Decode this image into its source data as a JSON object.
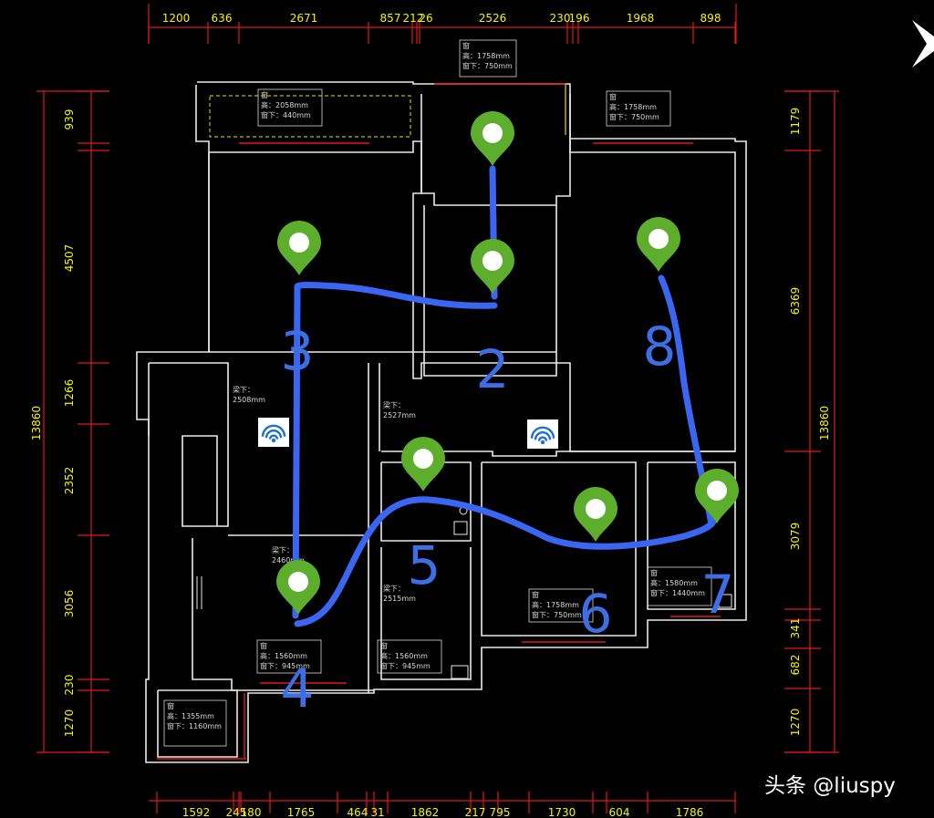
{
  "top_dimensions": [
    "1200",
    "636",
    "2671",
    "857",
    "212",
    "26",
    "2526",
    "230",
    "196",
    "1968",
    "898"
  ],
  "bottom_dimensions": [
    "1592",
    "245",
    "180",
    "1765",
    "464",
    "31",
    "1862",
    "217",
    "795",
    "1730",
    "604",
    "1786"
  ],
  "left_dimensions": [
    "939",
    "4507",
    "1266",
    "2352",
    "3056",
    "230",
    "1270"
  ],
  "left_total": "13860",
  "right_dimensions": [
    "1179",
    "6369",
    "3079",
    "341",
    "682",
    "1270"
  ],
  "right_total": "13860",
  "room_numbers": [
    "2",
    "3",
    "4",
    "5",
    "6",
    "7",
    "8"
  ],
  "window_notes": [
    [
      "窗",
      "高：1758mm",
      "窗下：750mm"
    ],
    [
      "窗",
      "高：2058mm",
      "窗下：440mm"
    ],
    [
      "窗",
      "高：1758mm",
      "窗下：750mm"
    ],
    [
      "窗",
      "高：1560mm",
      "窗下：945mm"
    ],
    [
      "窗",
      "高：1560mm",
      "窗下：945mm"
    ],
    [
      "窗",
      "高：1758mm",
      "窗下：750mm"
    ],
    [
      "窗",
      "高：1580mm",
      "窗下：1440mm"
    ],
    [
      "窗",
      "高：1355mm",
      "窗下：1160mm"
    ]
  ],
  "beam_notes": [
    [
      "梁下：",
      "2508mm"
    ],
    [
      "梁下：",
      "2527mm"
    ],
    [
      "梁下：",
      "2460mm"
    ],
    [
      "梁下：",
      "2515mm"
    ]
  ],
  "map_markers": 8,
  "wifi_icons": 2,
  "watermark": "头条 @liuspy",
  "colors": {
    "route": "#3b66f2",
    "marker": "#5dae2c",
    "dimension": "#f4f400",
    "wall": "#e9e9e9",
    "window": "#e01818"
  }
}
